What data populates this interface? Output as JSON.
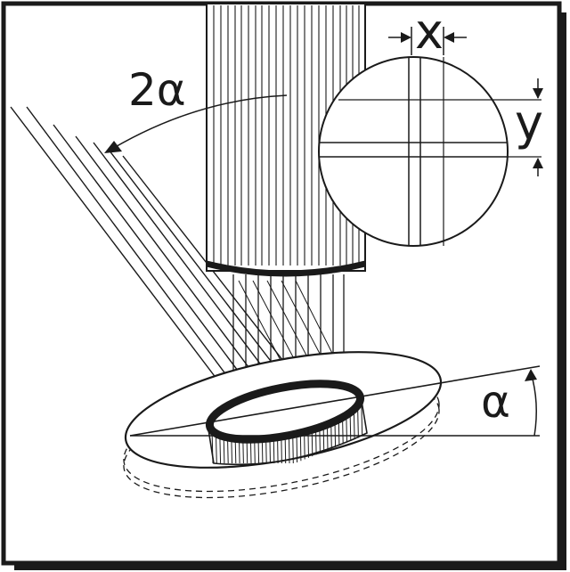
{
  "labels": {
    "two_alpha": "2α",
    "alpha": "α",
    "x": "x",
    "y": "y"
  },
  "colors": {
    "stroke": "#1a1a1a",
    "background": "#ffffff"
  }
}
